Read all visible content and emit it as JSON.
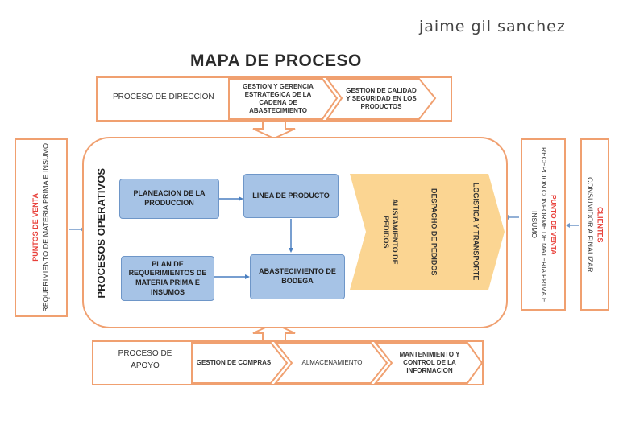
{
  "author": "jaime gil sanchez",
  "title": "MAPA DE PROCESO",
  "direccion": {
    "label": "PROCESO DE DIRECCION",
    "items": [
      "GESTION Y GERENCIA ESTRATEGICA DE LA CADENA DE ABASTECIMIENTO",
      "GESTION DE CALIDAD Y SEGURIDAD EN LOS PRODUCTOS"
    ]
  },
  "left_panel": {
    "title": "PUNTOS DE VENTA",
    "text": "REQUERIMIENTO DE MATERIA PRIMA E INSUMO"
  },
  "operativos": {
    "label": "PROCESOS OPERATIVOS",
    "planeacion": "PLANEACION DE LA PRODUCCION",
    "linea": "LINEA DE PRODUCTO",
    "plan_req": "PLAN DE REQUERIMIENTOS DE MATERIA PRIMA E INSUMOS",
    "abastecimiento": "ABASTECIMIENTO DE BODEGA",
    "chevrons": [
      "ALISTAMIENTO DE PEDIDOS",
      "DESPACHO DE PEDIDOS",
      "LOGISTICA Y TRANSPORTE"
    ]
  },
  "right_panel_1": {
    "title": "PUNTO DE VENTA",
    "text": "RECEPCION CONFORME DE MATERIA PRIMA E INSUMO"
  },
  "right_panel_2": {
    "title": "CLIENTES",
    "text": "CONSUMIDOR A FINALIZAR"
  },
  "apoyo": {
    "label": "PROCESO DE APOYO",
    "items": [
      "GESTION DE COMPRAS",
      "ALMACENAMIENTO",
      "MANTENIMIENTO Y CONTROL DE LA INFORMACION"
    ]
  },
  "colors": {
    "orange_border": "#f0a070",
    "blue_box": "#a6c3e6",
    "chevron_fill": "#fbd592",
    "red_title": "#e8403a"
  }
}
